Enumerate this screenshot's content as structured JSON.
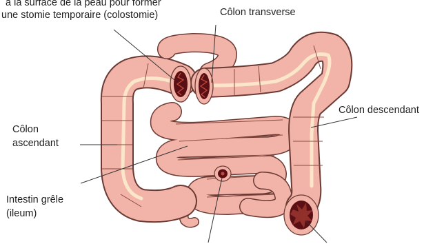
{
  "labels": {
    "top_left_line1": "à la surface de la peau pour former",
    "top_left_line2": "une stomie temporaire (colostomie)",
    "transverse": "Côlon transverse",
    "descending": "Côlon descendant",
    "ascending_line1": "Côlon",
    "ascending_line2": "ascendant",
    "small_line1": "Intestin grêle",
    "small_line2": "(ileum)"
  },
  "colors": {
    "tissue": "#f2b4a8",
    "tissue_outline": "#6b3a34",
    "highlight": "#fbe6c9",
    "lumen": "#5a0f14",
    "leader": "#333333"
  }
}
